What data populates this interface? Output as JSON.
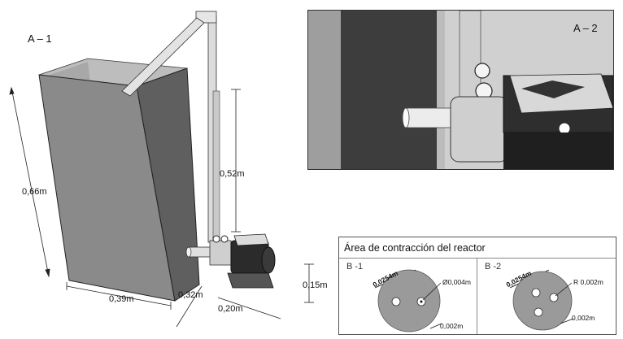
{
  "panel_a1": {
    "label": "A – 1",
    "dims": {
      "tank_height": "0,66m",
      "tank_width": "0,39m",
      "tank_depth": "0,32m",
      "pipe_height": "0,52m",
      "pump_offset": "0,20m",
      "pump_height": "0,15m"
    }
  },
  "panel_a2": {
    "label": "A – 2"
  },
  "contraction": {
    "title": "Área de contracción del reactor",
    "b1": {
      "label": "B -1",
      "diameter": "0,0254m",
      "hole": "Ø0,004m",
      "gap": "0,002m"
    },
    "b2": {
      "label": "B -2",
      "diameter": "0,0254m",
      "hole": "R 0,002m",
      "gap": "0,002m"
    }
  },
  "colors": {
    "tank_front": "#8a8a8a",
    "tank_side": "#5f5f5f",
    "tank_inner": "#bdbdbd",
    "pipe": "#d9d9d9",
    "motor": "#2b2b2b",
    "disc": "#9a9a9a"
  }
}
